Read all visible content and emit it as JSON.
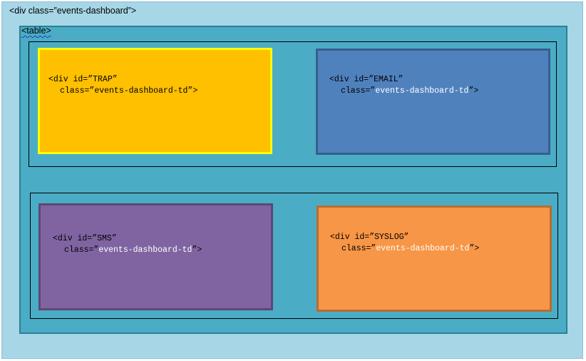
{
  "outer_div": {
    "label": "<div class=”events-dashboard”>"
  },
  "table": {
    "label": "<table>"
  },
  "cells": [
    {
      "id": "TRAP",
      "line1": "<div id=”TRAP”",
      "line2_prefix": "class=”",
      "line2_class": "events-dashboard-td",
      "line2_suffix": "”>",
      "fill": "#ffc000",
      "border": "#ffff00"
    },
    {
      "id": "EMAIL",
      "line1": "<div id=”EMAIL”",
      "line2_prefix": "class=”",
      "line2_class": "events-dashboard-td",
      "line2_suffix": "”>",
      "fill": "#4f81bd",
      "border": "#385d8a"
    },
    {
      "id": "SMS",
      "line1": "<div id=”SMS”",
      "line2_prefix": "class=”",
      "line2_class": "events-dashboard-td",
      "line2_suffix": "”>",
      "fill": "#8064a2",
      "border": "#5c4776"
    },
    {
      "id": "SYSLOG",
      "line1": "<div id=”SYSLOG”",
      "line2_prefix": "class=”",
      "line2_class": "events-dashboard-td",
      "line2_suffix": "”>",
      "fill": "#f79646",
      "border": "#b66d31"
    }
  ]
}
